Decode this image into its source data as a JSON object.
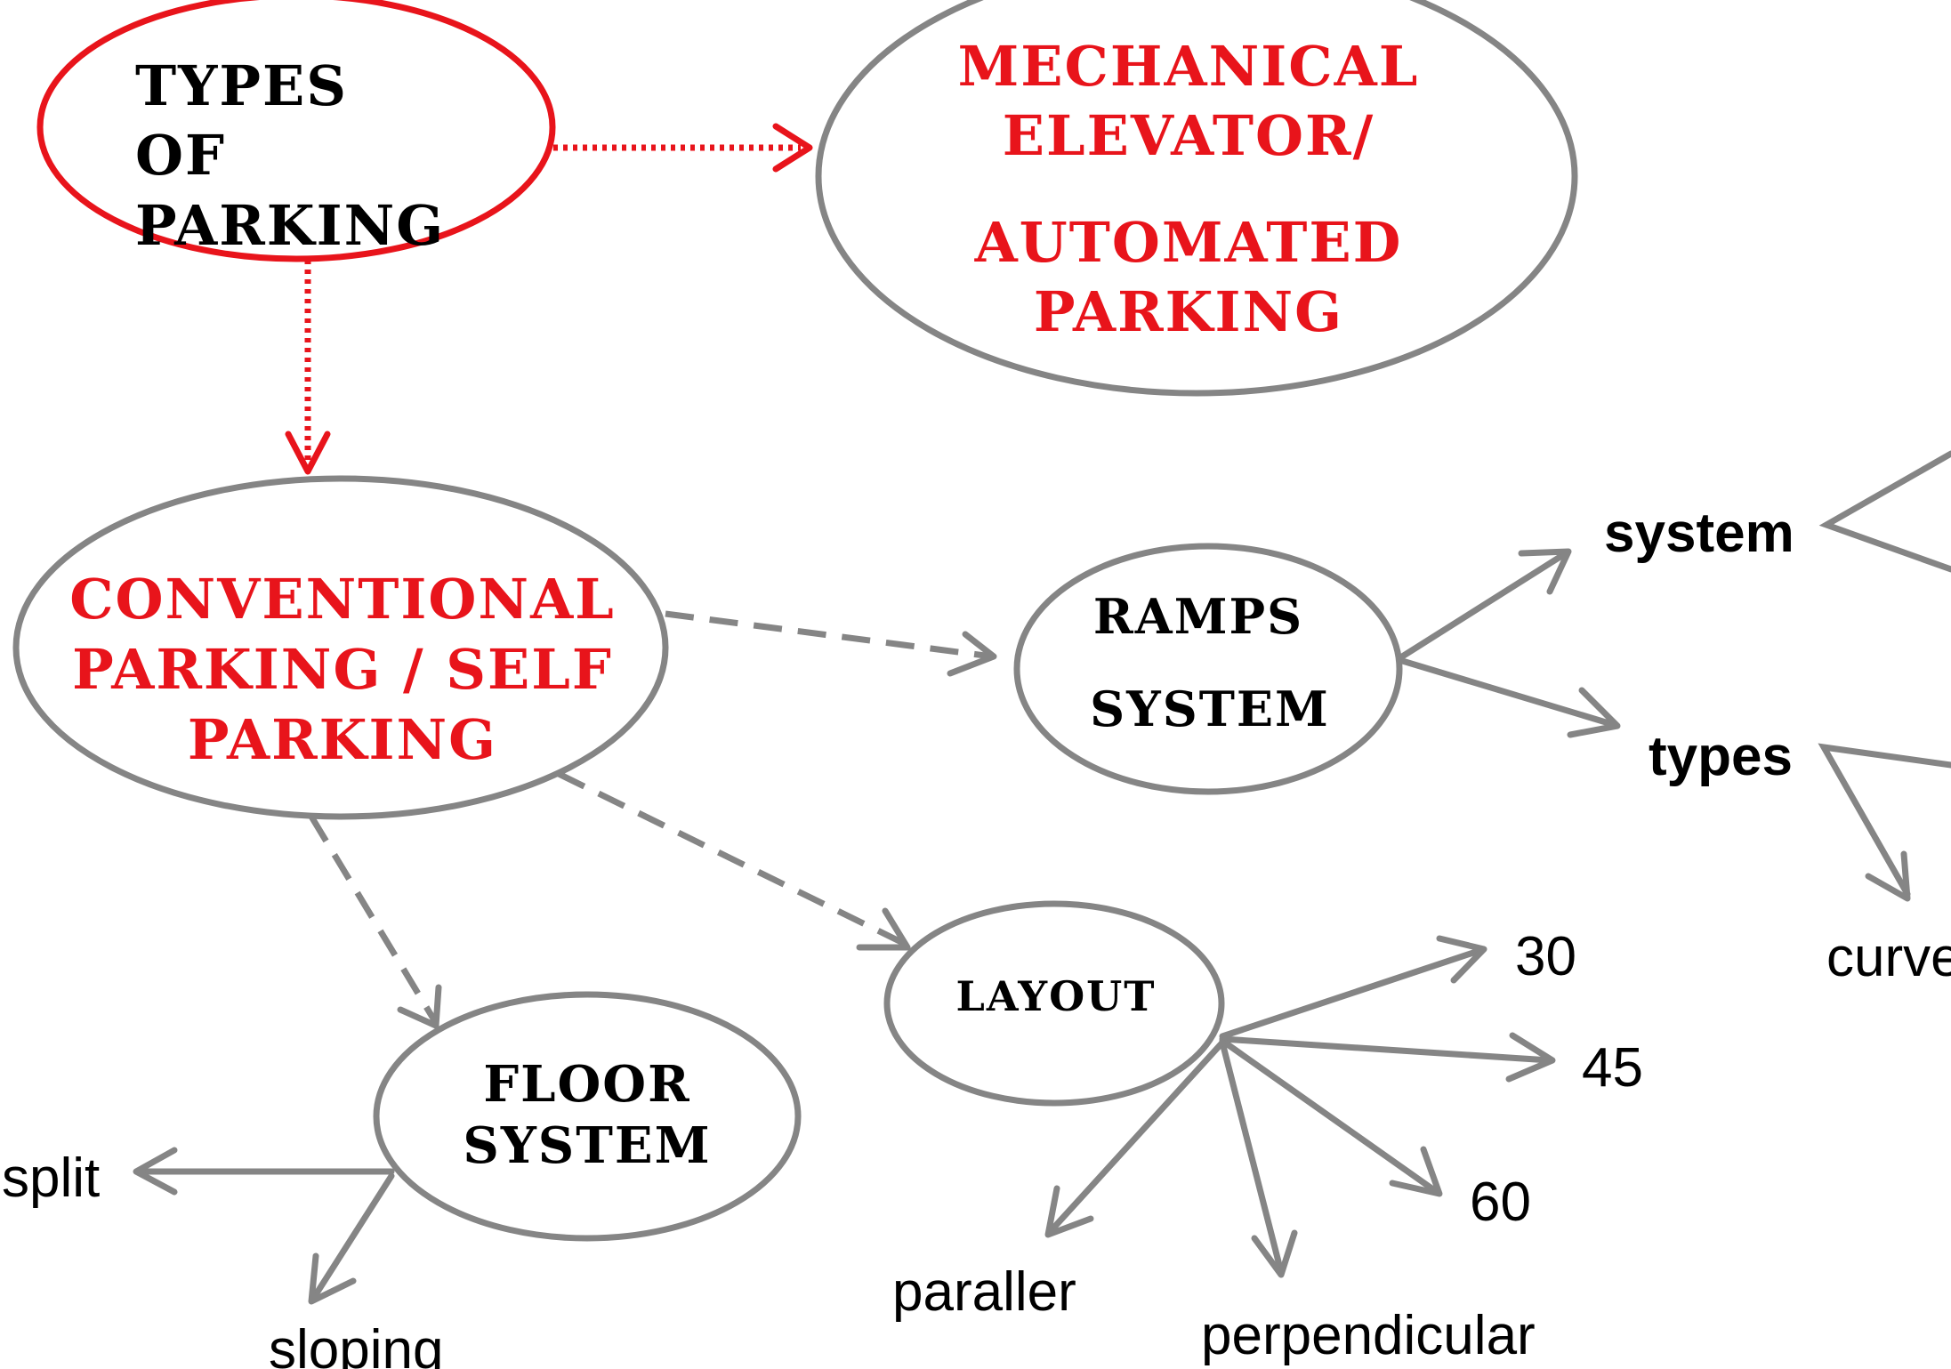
{
  "nodes": {
    "types_of_parking": [
      "TYPES",
      "OF",
      "PARKING"
    ],
    "mechanical": [
      "MECHANICAL",
      "ELEVATOR/",
      "AUTOMATED",
      "PARKING"
    ],
    "conventional": [
      "CONVENTIONAL",
      "PARKING / SELF",
      "PARKING"
    ],
    "ramps": [
      "RAMPS",
      "SYSTEM"
    ],
    "layout": "LAYOUT",
    "floor": [
      "FLOOR",
      "SYSTEM"
    ]
  },
  "leaves": {
    "system": "system",
    "types": "types",
    "curve": "curve",
    "angle_30": "30",
    "angle_45": "45",
    "angle_60": "60",
    "paraller": "paraller",
    "perpendicular": "perpendicular",
    "split": "split",
    "sloping": "sloping"
  },
  "colors": {
    "accent_red": "#e8141b",
    "connector_gray": "#858585",
    "text_black": "#000000"
  }
}
